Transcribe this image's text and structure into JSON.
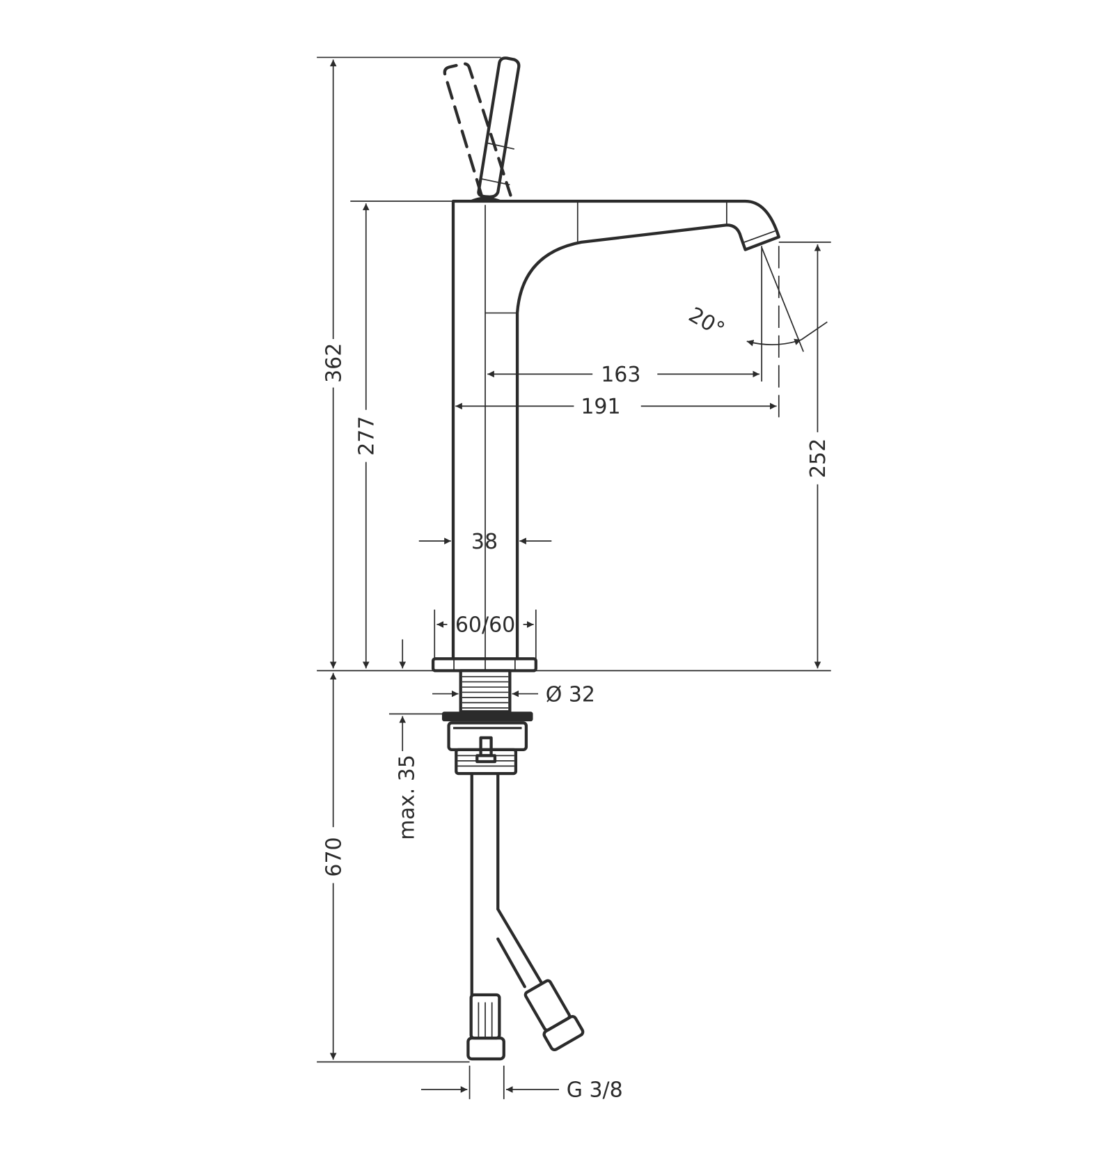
{
  "drawing": {
    "title": "Basin mixer dimension drawing",
    "dimensions": {
      "overall_height": "362",
      "body_height": "277",
      "spout_height": "252",
      "spout_reach_center": "163",
      "spout_reach_total": "191",
      "body_width": "38",
      "flange_size": "60/60",
      "shank_diameter": "Ø 32",
      "max_counter_thickness": "max. 35",
      "hose_length": "670",
      "connection": "G 3/8",
      "spout_angle": "20°"
    },
    "color": "#2b2b2b"
  }
}
